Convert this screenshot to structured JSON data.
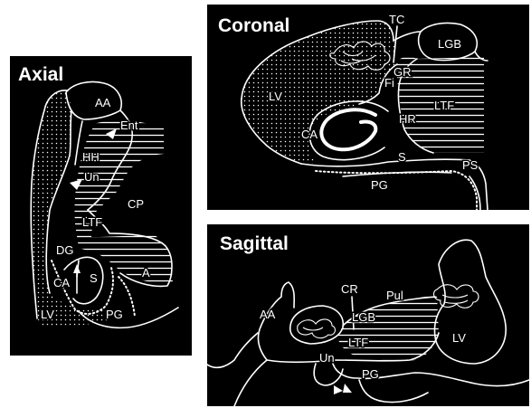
{
  "panels": {
    "axial": {
      "title": "Axial",
      "labels": {
        "aa": "AA",
        "ent": "Ent",
        "hh": "HH",
        "un": "Un",
        "cp": "CP",
        "ltf": "LTF",
        "dg": "DG",
        "ca": "CA",
        "s": "S",
        "a": "A",
        "lv": "LV",
        "pg": "PG"
      }
    },
    "coronal": {
      "title": "Coronal",
      "labels": {
        "tc": "TC",
        "lgb": "LGB",
        "gr": "GR",
        "fi": "Fi",
        "lv": "LV",
        "ltf": "LTF",
        "hr": "HR",
        "ca": "CA",
        "s": "S",
        "ps": "PS",
        "pg": "PG"
      }
    },
    "sagittal": {
      "title": "Sagittal",
      "labels": {
        "cr": "CR",
        "pul": "Pul",
        "aa": "AA",
        "lgb": "LGB",
        "ltf": "LTF",
        "lv": "LV",
        "un": "Un",
        "pg": "PG"
      }
    }
  },
  "colors": {
    "background": "#000000",
    "ink": "#ffffff",
    "page": "#ffffff"
  }
}
